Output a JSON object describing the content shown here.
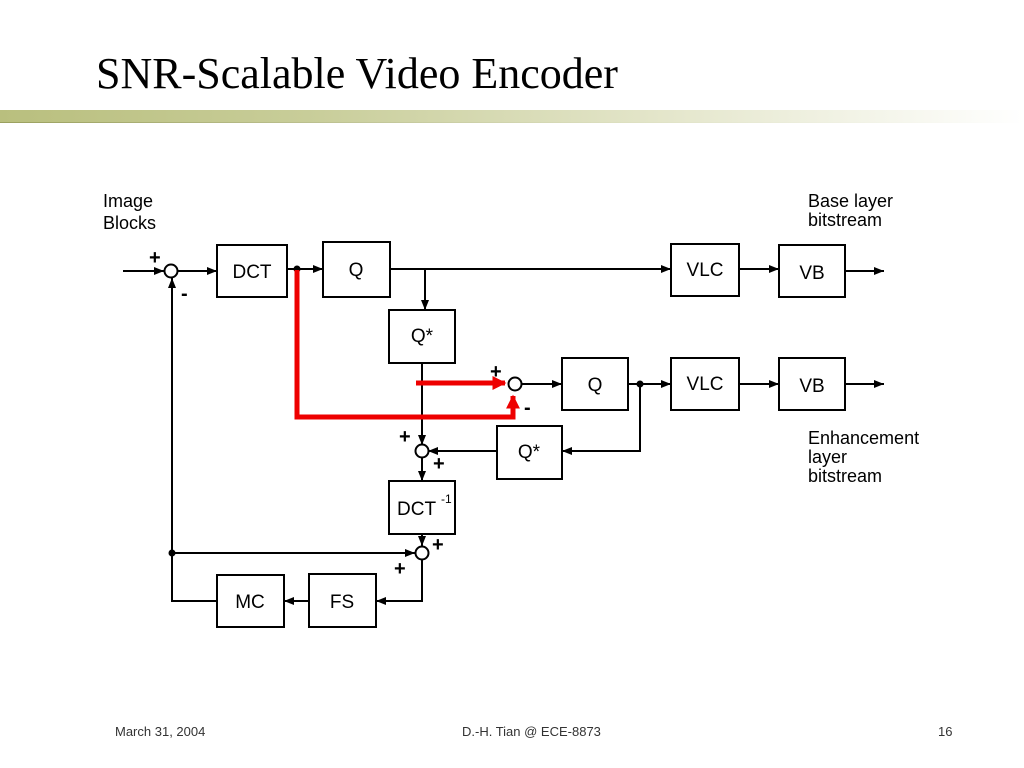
{
  "slide": {
    "title": "SNR-Scalable Video Encoder",
    "footer": {
      "date": "March 31, 2004",
      "author": "D.-H. Tian @ ECE-8873",
      "page": "16"
    }
  },
  "diagram": {
    "input_label_line1": "Image",
    "input_label_line2": "Blocks",
    "base_label_line1": "Base layer",
    "base_label_line2": "bitstream",
    "enh_label_line1": "Enhancement",
    "enh_label_line2": "layer",
    "enh_label_line3": "bitstream",
    "blocks": {
      "dct": "DCT",
      "q1": "Q",
      "vlc1": "VLC",
      "vb1": "VB",
      "qstar1": "Q*",
      "q2": "Q",
      "vlc2": "VLC",
      "vb2": "VB",
      "qstar2": "Q*",
      "idct": "DCT",
      "idct_sup": "-1",
      "mc": "MC",
      "fs": "FS"
    },
    "signs": {
      "plus": "+",
      "minus": "-"
    },
    "highlight_color": "#ee0000"
  }
}
